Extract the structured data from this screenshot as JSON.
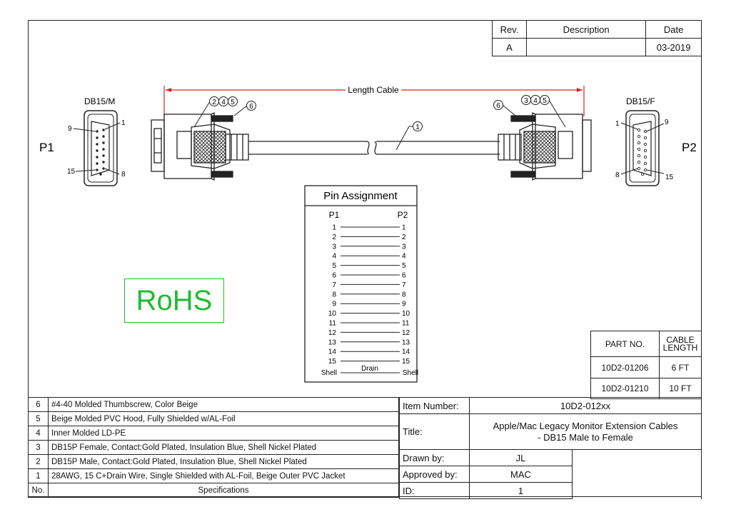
{
  "revision_table": {
    "headers": [
      "Rev.",
      "Description",
      "Date"
    ],
    "row": [
      "A",
      "",
      "03-2019"
    ]
  },
  "connectors": {
    "p1_label": "P1",
    "p2_label": "P2",
    "p1_type": "DB15/M",
    "p2_type": "DB15/F",
    "p1_pins": {
      "top_left": "9",
      "top_right": "1",
      "bottom_left": "15",
      "bottom_right": "8"
    },
    "p2_pins": {
      "top_left": "1",
      "top_right": "9",
      "bottom_left": "8",
      "bottom_right": "15"
    }
  },
  "cable": {
    "length_label": "Length Cable",
    "callouts_left": [
      "2",
      "4",
      "5",
      "6"
    ],
    "callouts_right": [
      "6",
      "3",
      "4",
      "5"
    ],
    "cable_callout": "1"
  },
  "pin_assignment": {
    "title": "Pin Assignment",
    "col_left": "P1",
    "col_right": "P2",
    "pins": [
      "1",
      "2",
      "3",
      "4",
      "5",
      "6",
      "7",
      "8",
      "9",
      "10",
      "11",
      "12",
      "13",
      "14",
      "15"
    ],
    "shell_left": "Shell",
    "shell_right": "Shell",
    "drain_label": "Drain"
  },
  "rohs": "RoHS",
  "part_table": {
    "headers": [
      "PART NO.",
      "CABLE LENGTH"
    ],
    "rows": [
      [
        "10D2-01206",
        "6 FT"
      ],
      [
        "10D2-01210",
        "10 FT"
      ]
    ]
  },
  "specs": {
    "rows": [
      {
        "no": "6",
        "text": "#4-40 Molded Thumbscrew, Color Beige"
      },
      {
        "no": "5",
        "text": "Beige Molded PVC Hood, Fully Shielded w/AL-Foil"
      },
      {
        "no": "4",
        "text": "Inner Molded LD-PE"
      },
      {
        "no": "3",
        "text": "DB15P Female, Contact:Gold Plated, Insulation Blue, Shell Nickel Plated"
      },
      {
        "no": "2",
        "text": "DB15P Male, Contact:Gold Plated, Insulation Blue, Shell Nickel Plated"
      },
      {
        "no": "1",
        "text": "28AWG, 15 C+Drain Wire, Single Shielded with AL-Foil,  Beige Outer PVC Jacket"
      }
    ],
    "footer_no": "No.",
    "footer_spec": "Specifications"
  },
  "info": {
    "item_number_label": "Item Number:",
    "item_number": "10D2-012xx",
    "title_label": "Title:",
    "title_line1": "Apple/Mac Legacy Monitor Extension Cables",
    "title_line2": "- DB15 Male to Female",
    "drawn_label": "Drawn by:",
    "drawn": "JL",
    "approved_label": "Approved by:",
    "approved": "MAC",
    "id_label": "ID:",
    "id": "1"
  }
}
